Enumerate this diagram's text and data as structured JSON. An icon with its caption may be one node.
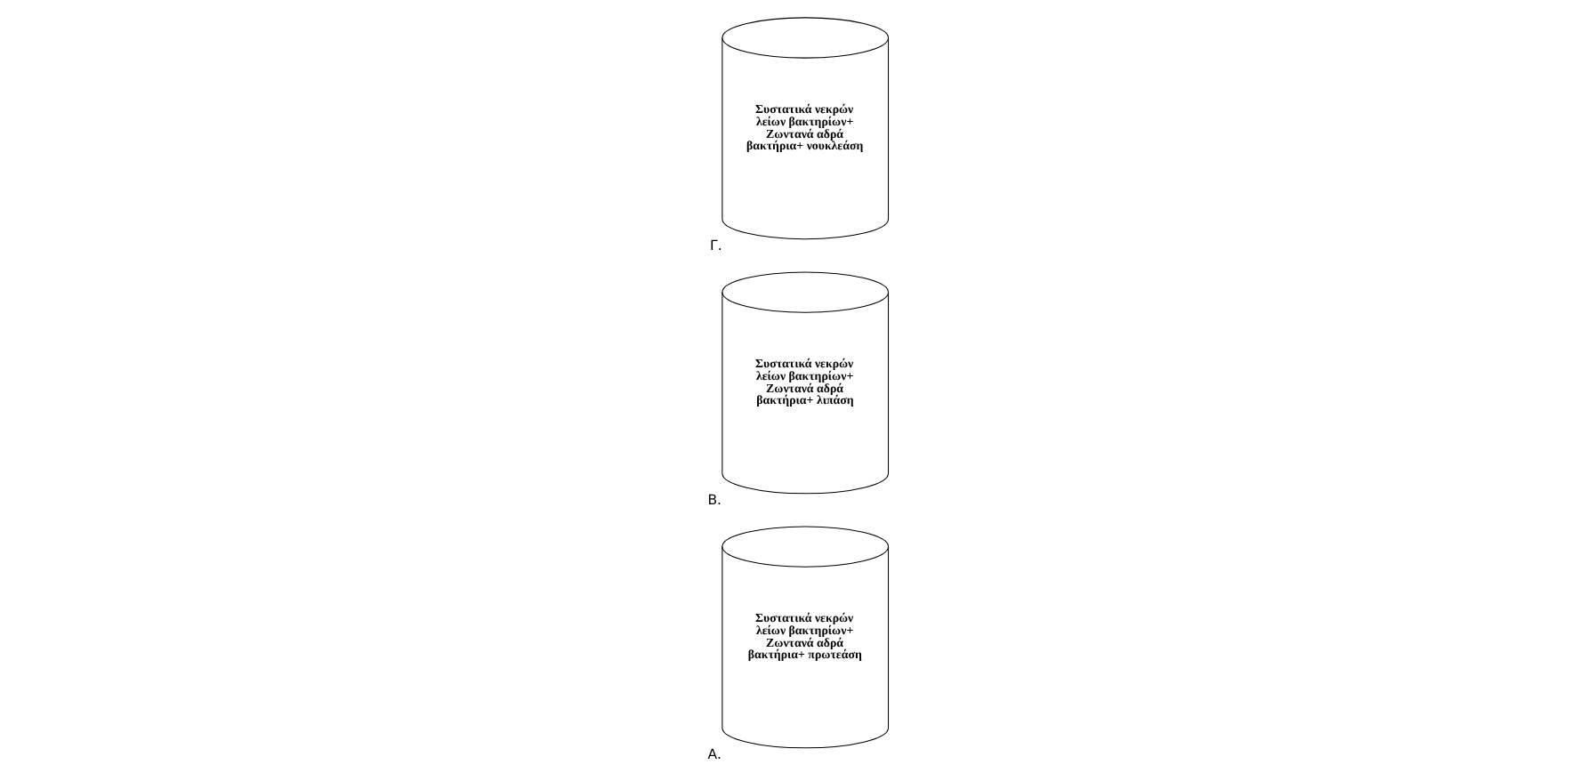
{
  "diagram": {
    "nodes": [
      {
        "text": [
          "Συστατικά νεκρών λείων βακτηρίων+ Ζωντανά αδρά βακτήρια+ πρωτεάση"
        ],
        "beside": [
          "Α."
        ]
      },
      {
        "text": [
          "Συστατικά νεκρών λείων βακτηρίων+ Ζωντανά αδρά βακτήρια+ λιπάση"
        ],
        "beside": [
          "Β."
        ]
      },
      {
        "text": [
          "Συστατικά νεκρών λείων βακτηρίων+ Ζωντανά αδρά βακτήρια+ νουκλεάση"
        ],
        "beside": [
          "Γ."
        ]
      }
    ]
  }
}
